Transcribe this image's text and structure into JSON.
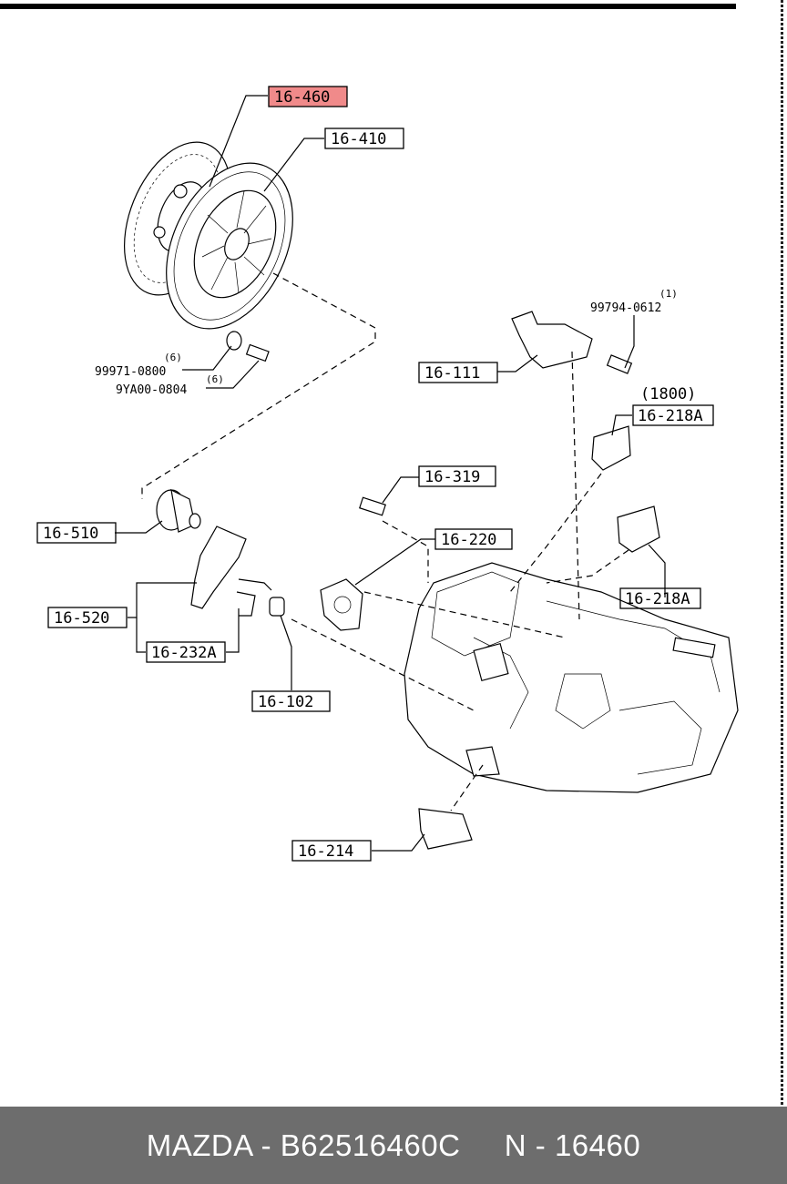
{
  "diagram": {
    "highlight_color": "#f08a8a",
    "labels": {
      "p16460": "16-460",
      "p16410": "16-410",
      "p16111": "16-111",
      "p16319": "16-319",
      "p16220": "16-220",
      "p16510": "16-510",
      "p16520": "16-520",
      "p16232a": "16-232A",
      "p16102": "16-102",
      "p16214": "16-214",
      "p16218a_top": "16-218A",
      "p16218a_bot": "16-218A"
    },
    "bolts": {
      "b1_num": "99971-0800",
      "b1_qty": "(6)",
      "b2_num": "9YA00-0804",
      "b2_qty": "(6)",
      "b3_num": "99794-0612",
      "b3_qty": "(1)"
    },
    "note_1800": "(1800)"
  },
  "footer": {
    "brand_part": "MAZDA - B62516460C",
    "number": "N - 16460"
  }
}
